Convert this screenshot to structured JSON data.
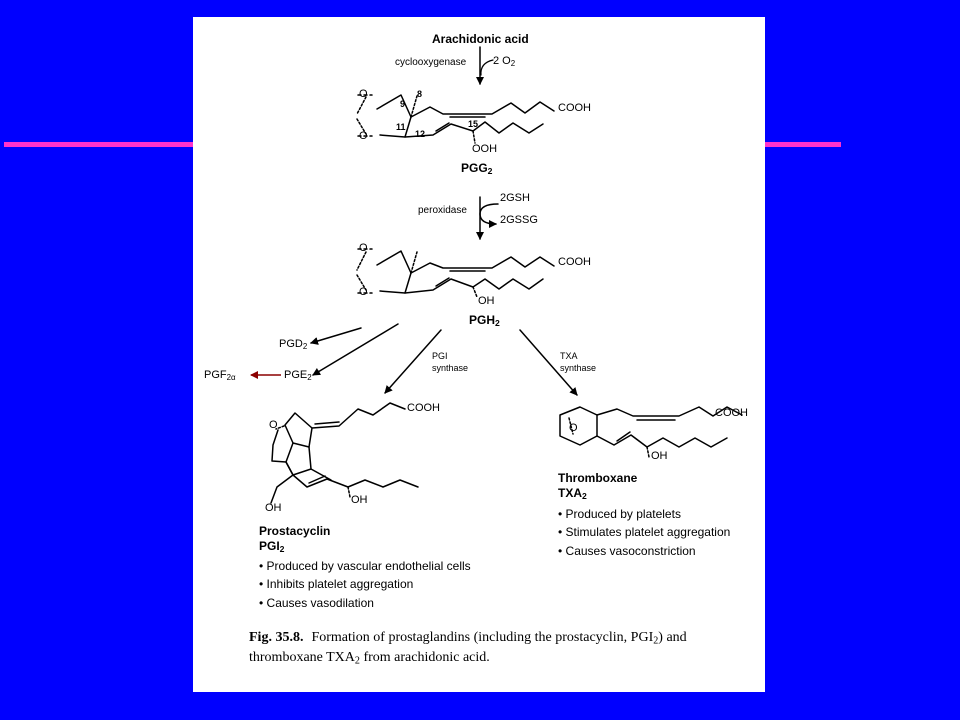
{
  "colors": {
    "background": "#0000ff",
    "accent_line": "#ff33cc",
    "panel": "#ffffff"
  },
  "start": {
    "label": "Arachidonic acid"
  },
  "step1": {
    "enzyme": "cyclooxygenase",
    "cofactor": "2 O",
    "cofactor_sub": "2"
  },
  "pgg2": {
    "name": "PGG",
    "name_sub": "2",
    "atoms": {
      "c9": "9",
      "c8": "8",
      "c11": "11",
      "c12": "12",
      "c15": "15"
    },
    "cooh": "COOH",
    "ooh": "OOH",
    "o_top": "O",
    "o_bottom": "O"
  },
  "step2": {
    "enzyme": "peroxidase",
    "gsh": "2GSH",
    "gssg": "2GSSG"
  },
  "pgh2": {
    "name": "PGH",
    "name_sub": "2",
    "cooh": "COOH",
    "oh": "OH",
    "o_top": "O",
    "o_bottom": "O"
  },
  "side_products": {
    "pgd2": "PGD",
    "pgd2_sub": "2",
    "pge2": "PGE",
    "pge2_sub": "2",
    "pgf2a": "PGF",
    "pgf2a_sub": "2α"
  },
  "pgi_branch": {
    "enzyme_line1": "PGI",
    "enzyme_line2": "synthase",
    "ring_o": "O",
    "cooh": "COOH",
    "oh_side": "OH",
    "oh_ring": "OH",
    "name": "Prostacyclin",
    "abbr": "PGI",
    "abbr_sub": "2",
    "bullets": [
      "• Produced by vascular endothelial cells",
      "• Inhibits platelet aggregation",
      "• Causes vasodilation"
    ]
  },
  "txa_branch": {
    "enzyme_line1": "TXA",
    "enzyme_line2": "synthase",
    "ring_o": "O",
    "cooh": "COOH",
    "oh": "OH",
    "name": "Thromboxane",
    "abbr": "TXA",
    "abbr_sub": "2",
    "bullets": [
      "• Produced by platelets",
      "• Stimulates platelet aggregation",
      "• Causes vasoconstriction"
    ]
  },
  "caption": {
    "fig_no": "Fig. 35.8.",
    "text_part1": "Formation of prostaglandins (including the prostacyclin, PGI",
    "text_sub1": "2",
    "text_part2": ") and thromboxane TXA",
    "text_sub2": "2",
    "text_part3": " from arachidonic acid."
  }
}
